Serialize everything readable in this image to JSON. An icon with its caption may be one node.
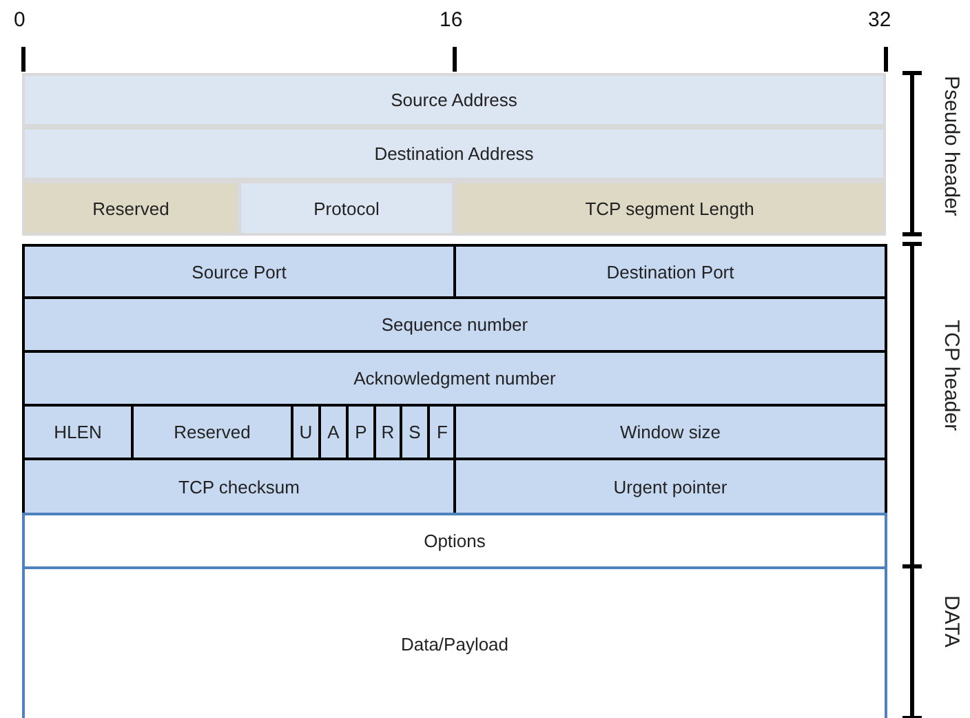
{
  "diagram": {
    "nodes": [
      {
        "text": [
          "Source Address"
        ]
      },
      {
        "text": [
          "Destination Address"
        ]
      },
      {
        "text": [
          "Reserved"
        ]
      },
      {
        "text": [
          "Protocol"
        ]
      },
      {
        "text": [
          "TCP segment Length"
        ]
      },
      {
        "text": [
          "Source Port"
        ]
      },
      {
        "text": [
          "Destination Port"
        ]
      },
      {
        "text": [
          "Sequence number"
        ]
      },
      {
        "text": [
          "Acknowledgment number"
        ]
      },
      {
        "text": [
          "HLEN"
        ]
      },
      {
        "text": [
          "Reserved"
        ]
      },
      {
        "text": [
          "U"
        ]
      },
      {
        "text": [
          "A"
        ]
      },
      {
        "text": [
          "P"
        ]
      },
      {
        "text": [
          "R"
        ]
      },
      {
        "text": [
          "S"
        ]
      },
      {
        "text": [
          "F"
        ]
      },
      {
        "text": [
          "Window size"
        ]
      },
      {
        "text": [
          "TCP checksum"
        ]
      },
      {
        "text": [
          "Urgent pointer"
        ]
      },
      {
        "text": [
          "Options"
        ]
      },
      {
        "text": [
          "Data/Payload"
        ]
      }
    ],
    "labels": [
      "0",
      "16",
      "32",
      "Pseudo header",
      "TCP header",
      "DATA"
    ]
  }
}
